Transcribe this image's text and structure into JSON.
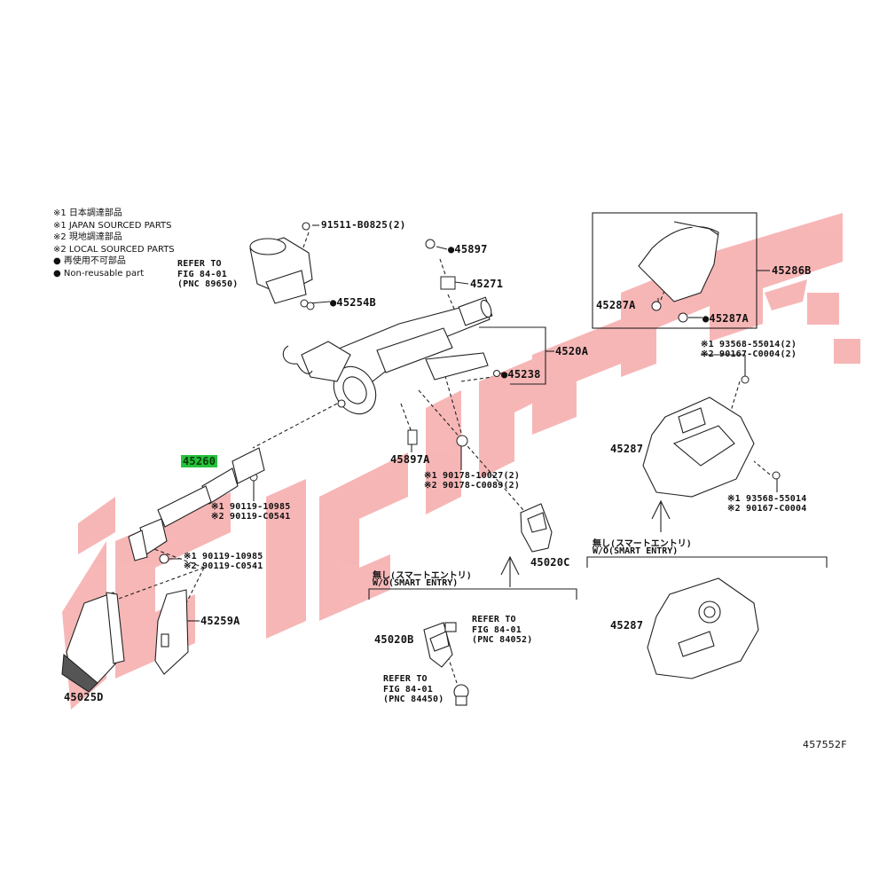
{
  "legend": {
    "items": [
      "※1 日本調達部品",
      "※1 JAPAN SOURCED PARTS",
      "※2 現地調達部品",
      "※2 LOCAL SOURCED PARTS",
      "● 再使用不可部品",
      "● Non-reusable part"
    ]
  },
  "watermark": {
    "text": "ابو جمال",
    "color": "#f4a7a7"
  },
  "diagram_id": "457552F",
  "labels": {
    "p91511": "91511-B0825(2)",
    "p45897": "●45897",
    "p45271": "45271",
    "p45254B": "●45254B",
    "p4520A": "4520A",
    "p45238": "●45238",
    "p45897A": "45897A",
    "p190178": "※1 90178-10027(2)",
    "p290178": "※2 90178-C0089(2)",
    "p45260": "45260",
    "p190119a": "※1 90119-10985",
    "p290119a": "※2 90119-C0541",
    "p190119b": "※1 90119-10985",
    "p290119b": "※2 90119-C0541",
    "p45259A": "45259A",
    "p45025D": "45025D",
    "p45020C": "45020C",
    "p45020B": "45020B",
    "p45286B": "45286B",
    "p45287A_1": "45287A",
    "p45287A_2": "●45287A",
    "p193568a": "※1 93568-55014(2)",
    "p290167a": "※2 90167-C0004(2)",
    "p45287_1": "45287",
    "p193568b": "※1 93568-55014",
    "p290167b": "※2 90167-C0004",
    "p45287_2": "45287"
  },
  "refs": {
    "ref1": {
      "line1": "REFER TO",
      "line2": "FIG 84-01",
      "line3": "(PNC 89650)"
    },
    "ref2": {
      "line1": "REFER TO",
      "line2": "FIG 84-01",
      "line3": "(PNC 84052)"
    },
    "ref3": {
      "line1": "REFER TO",
      "line2": "FIG 84-01",
      "line3": "(PNC 84450)"
    }
  },
  "notes": {
    "wo1_jp": "無し(スマートエントリ)",
    "wo1_en": "W/O(SMART ENTRY)",
    "wo2_jp": "無し(スマートエントリ)",
    "wo2_en": "W/O(SMART ENTRY)"
  },
  "highlight_color": "#25c23b"
}
